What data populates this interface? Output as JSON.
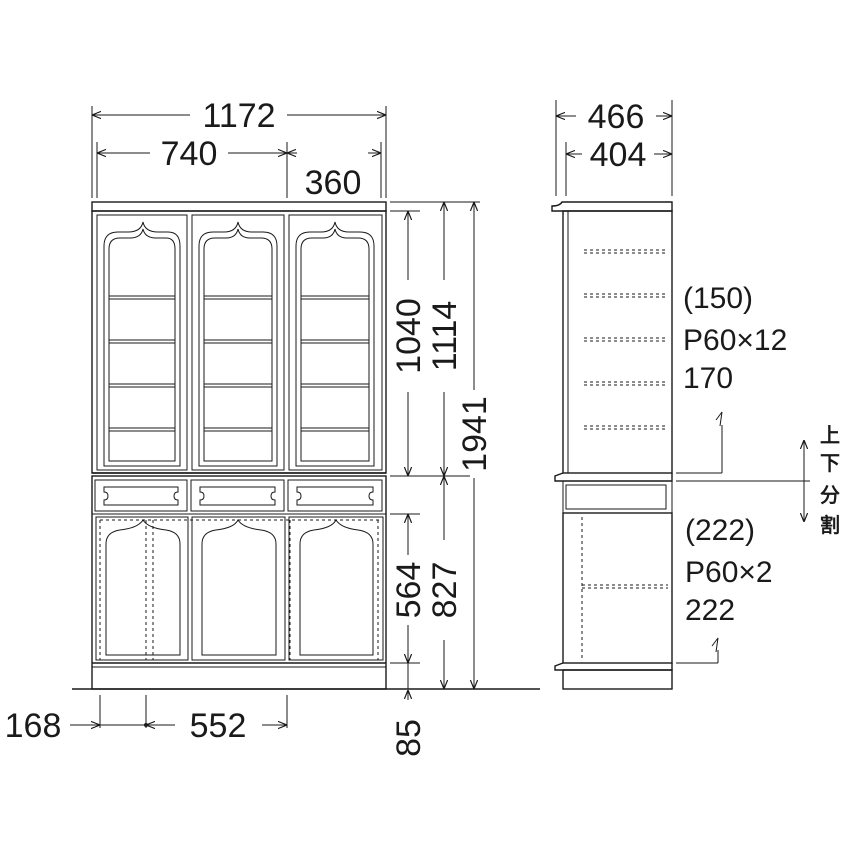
{
  "front": {
    "width_total": "1172",
    "width_left": "740",
    "width_right": "360",
    "height_upper_inner": "1040",
    "height_upper": "1114",
    "height_total": "1941",
    "height_lower_inner": "564",
    "height_lower": "827",
    "plinth": "85",
    "side_offset": "168",
    "door_width": "552"
  },
  "side": {
    "depth_total": "466",
    "depth_upper": "404",
    "upper_note_1": "(150)",
    "upper_note_2": "P60×12",
    "upper_note_3": "170",
    "lower_note_1": "(222)",
    "lower_note_2": "P60×2",
    "lower_note_3": "222",
    "split_label_1": "上",
    "split_label_2": "下",
    "split_label_3": "分",
    "split_label_4": "割"
  }
}
